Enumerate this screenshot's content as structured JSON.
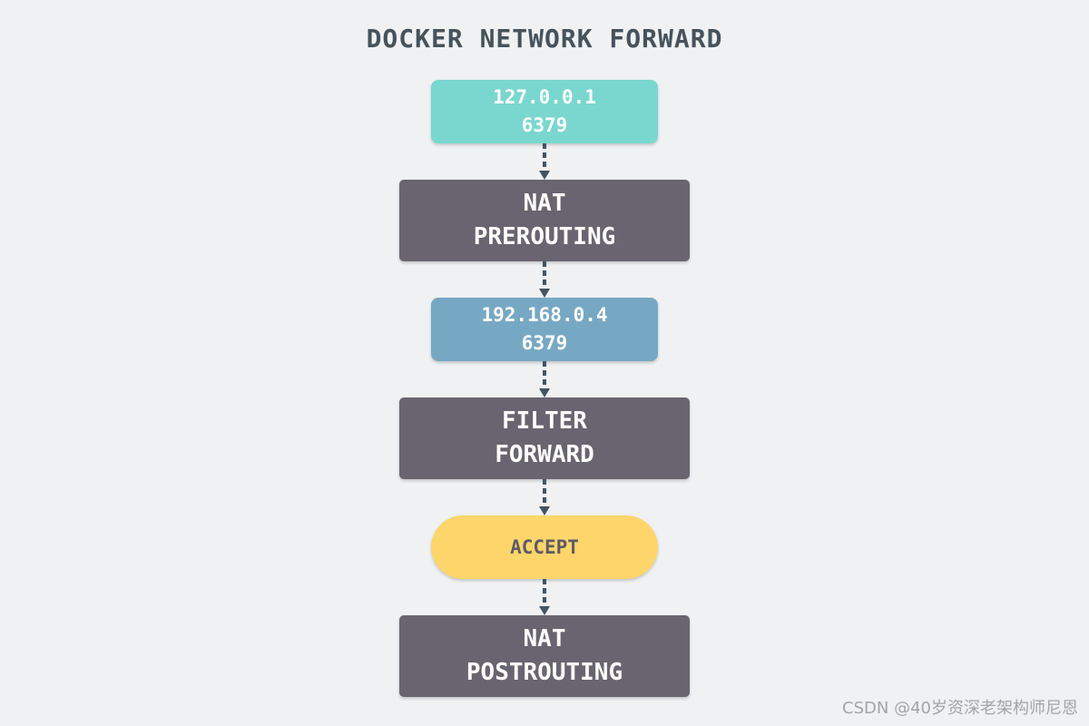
{
  "title": "DOCKER NETWORK FORWARD",
  "nodes": [
    {
      "kind": "address",
      "line1": "127.0.0.1",
      "line2": "6379",
      "color": "#7ad7cf"
    },
    {
      "kind": "chain",
      "line1": "NAT",
      "line2": "PREROUTING",
      "color": "#696570"
    },
    {
      "kind": "address",
      "line1": "192.168.0.4",
      "line2": "6379",
      "color": "#77a8c3"
    },
    {
      "kind": "chain",
      "line1": "FILTER",
      "line2": "FORWARD",
      "color": "#696570"
    },
    {
      "kind": "verdict",
      "label": "ACCEPT",
      "color": "#fdd56a"
    },
    {
      "kind": "chain",
      "line1": "NAT",
      "line2": "POSTROUTING",
      "color": "#696570"
    }
  ],
  "edges": [
    {
      "from": 0,
      "to": 1,
      "style": "dashed"
    },
    {
      "from": 1,
      "to": 2,
      "style": "dashed"
    },
    {
      "from": 2,
      "to": 3,
      "style": "dashed"
    },
    {
      "from": 3,
      "to": 4,
      "style": "dashed"
    },
    {
      "from": 4,
      "to": 5,
      "style": "dashed"
    }
  ],
  "watermark": "CSDN @40岁资深老架构师尼恩",
  "colors": {
    "background": "#eff1f3",
    "title": "#47525b",
    "arrow": "#445460"
  }
}
